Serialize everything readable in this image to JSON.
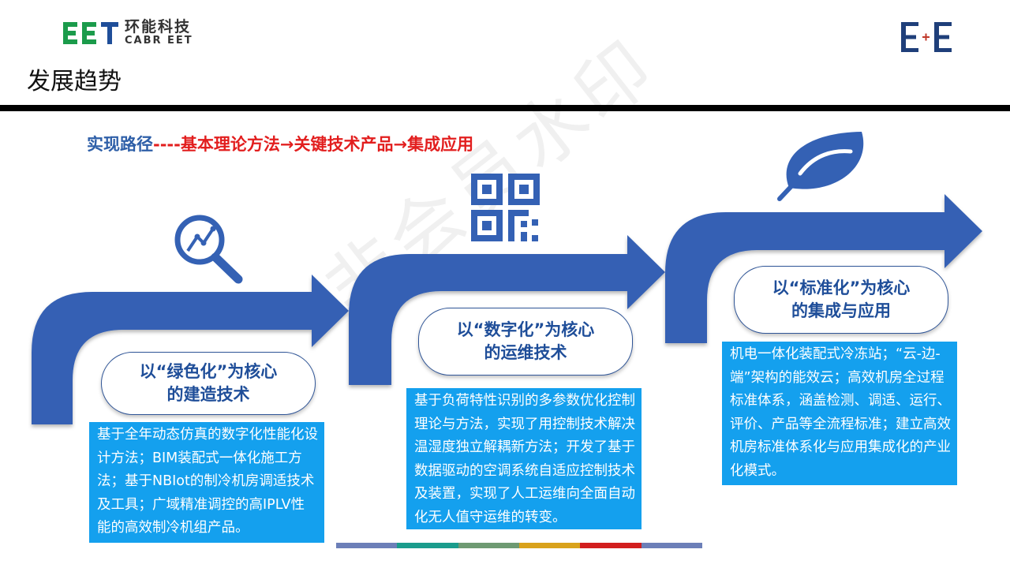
{
  "header": {
    "logo_mark": "EET",
    "logo_cn": "环能科技",
    "logo_en": "CABR EET",
    "brand_logo": "E+E",
    "page_title": "发展趋势"
  },
  "subtitle": {
    "prefix": "实现路径",
    "dashes": "----",
    "path": "基本理论方法→关键技术产品→集成应用"
  },
  "watermark": "非会员水印",
  "stages": [
    {
      "icon": "magnifier-chart-icon",
      "title_line1": "以“绿色化”为核心",
      "title_line2": "的建造技术",
      "body": "基于全年动态仿真的数字化性能化设计方法；BIM装配式一体化施工方法；基于NBIot的制冷机房调适技术及工具；广域精准调控的高IPLV性能的高效制冷机组产品。"
    },
    {
      "icon": "qr-code-icon",
      "title_line1": "以“数字化”为核心",
      "title_line2": "的运维技术",
      "body": "基于负荷特性识别的多参数优化控制理论与方法，实现了用控制技术解决温湿度独立解耦新方法；开发了基于数据驱动的空调系统自适应控制技术及装置，实现了人工运维向全面自动化无人值守运维的转变。"
    },
    {
      "icon": "leaf-icon",
      "title_line1": "以“标准化”为核心",
      "title_line2": "的集成与应用",
      "body": "机电一体化装配式冷冻站；“云-边-端”架构的能效云；高效机房全过程标准体系，涵盖检测、调适、运行、评价、产品等全流程标准；建立高效机房标准体系化与应用集成化的产业化模式。"
    }
  ],
  "colors": {
    "arrow": "#3461B4",
    "text_box": "#14A0EE",
    "subtitle_blue": "#2E5FA8",
    "subtitle_red": "#E21E1E",
    "bar": [
      "#6C7FB8",
      "#1A9C8C",
      "#6E9A72",
      "#D9A21B",
      "#D21E1E",
      "#6C7FB8"
    ]
  }
}
